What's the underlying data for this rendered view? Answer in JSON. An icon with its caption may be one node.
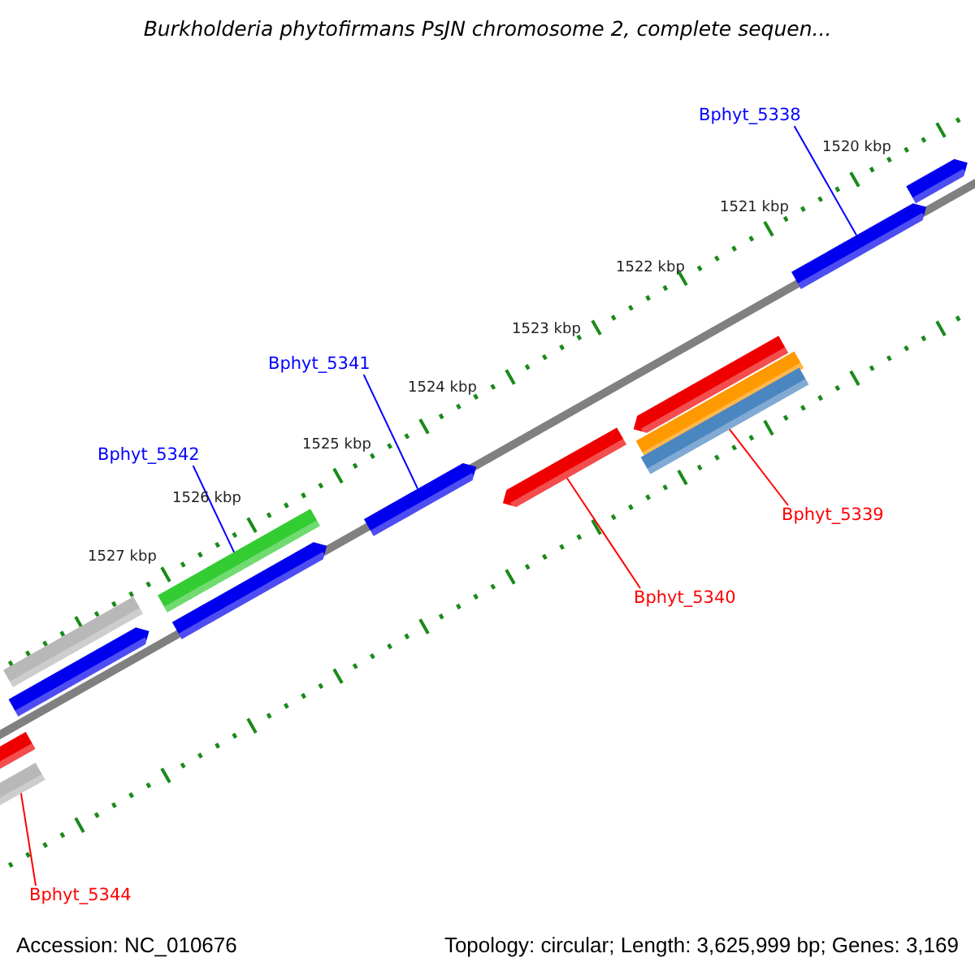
{
  "diagram": {
    "title": "Burkholderia phytofirmans PsJN chromosome 2, complete sequen...",
    "nodes": [
      {
        "text": [
          "Bphyt_5338"
        ]
      },
      {
        "text": [
          "Bphyt_5341"
        ]
      },
      {
        "text": [
          "Bphyt_5342"
        ]
      },
      {
        "text": [
          "Bphyt_5339"
        ]
      },
      {
        "text": [
          "Bphyt_5340"
        ]
      },
      {
        "text": [
          "Bphyt_5344"
        ]
      },
      {
        "text": [],
        "shape": "bar"
      },
      {
        "text": [],
        "shape": "bar"
      },
      {
        "text": [],
        "shape": "bar"
      },
      {
        "text": [],
        "shape": "bar"
      },
      {
        "text": [],
        "shape": "bar"
      },
      {
        "text": [],
        "shape": "bar"
      },
      {
        "text": [],
        "shape": "bar"
      },
      {
        "text": [],
        "shape": "bar"
      },
      {
        "text": [],
        "shape": "bar"
      },
      {
        "text": [],
        "shape": "bar"
      },
      {
        "text": [],
        "shape": "bar"
      },
      {
        "text": [],
        "shape": "bar"
      },
      {
        "text": [],
        "shape": "bar"
      }
    ],
    "edges": [
      {
        "from": 0,
        "to": 17,
        "arrow": "none",
        "color": "#0000ff"
      },
      {
        "from": 1,
        "to": 12,
        "arrow": "none",
        "color": "#0000ff"
      },
      {
        "from": 2,
        "to": 10,
        "arrow": "none",
        "color": "#0000ff"
      },
      {
        "from": 3,
        "to": 16,
        "arrow": "none",
        "color": "#ff0000"
      },
      {
        "from": 4,
        "to": 13,
        "arrow": "none",
        "color": "#ff0000"
      },
      {
        "from": 5,
        "to": 7,
        "arrow": "none",
        "color": "#ff0000"
      }
    ],
    "labels": [
      "1520 kbp",
      "1521 kbp",
      "1522 kbp",
      "1523 kbp",
      "1524 kbp",
      "1525 kbp",
      "1526 kbp",
      "1527 kbp",
      "Accession: NC_010676",
      "Topology: circular; Length: 3,625,999 bp; Genes: 3,169"
    ]
  }
}
